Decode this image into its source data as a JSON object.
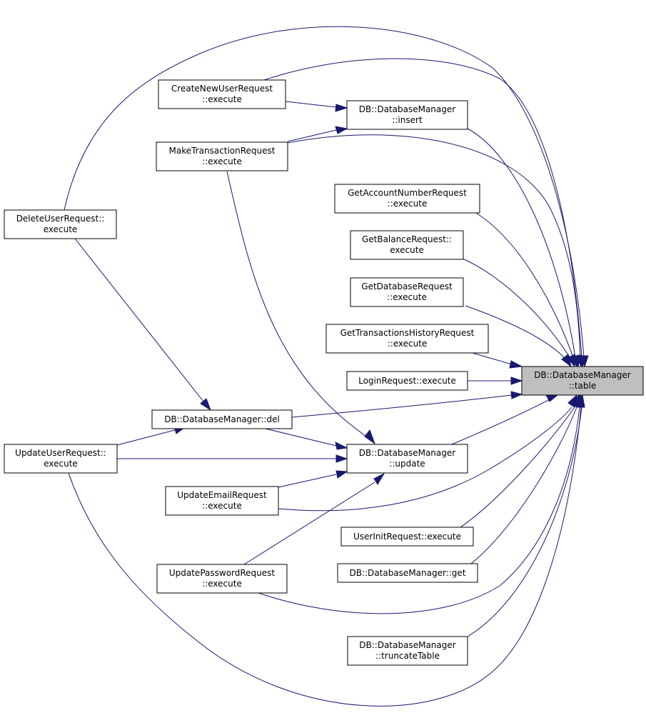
{
  "graph": {
    "nodes": {
      "table": [
        "DB::DatabaseManager",
        "::table"
      ],
      "insert": [
        "DB::DatabaseManager",
        "::insert"
      ],
      "update": [
        "DB::DatabaseManager",
        "::update"
      ],
      "del": [
        "DB::DatabaseManager::del"
      ],
      "createNewUser": [
        "CreateNewUserRequest",
        "::execute"
      ],
      "makeTransaction": [
        "MakeTransactionRequest",
        "::execute"
      ],
      "deleteUser": [
        "DeleteUserRequest::",
        "execute"
      ],
      "getAccountNumber": [
        "GetAccountNumberRequest",
        "::execute"
      ],
      "getBalance": [
        "GetBalanceRequest::",
        "execute"
      ],
      "getDatabase": [
        "GetDatabaseRequest",
        "::execute"
      ],
      "getTransactionsHistory": [
        "GetTransactionsHistoryRequest",
        "::execute"
      ],
      "login": [
        "LoginRequest::execute"
      ],
      "updateUser": [
        "UpdateUserRequest::",
        "execute"
      ],
      "updateEmail": [
        "UpdateEmailRequest",
        "::execute"
      ],
      "userInit": [
        "UserInitRequest::execute"
      ],
      "get": [
        "DB::DatabaseManager::get"
      ],
      "updatePassword": [
        "UpdatePasswordRequest",
        "::execute"
      ],
      "truncateTable": [
        "DB::DatabaseManager",
        "::truncateTable"
      ]
    },
    "focus_node": "table",
    "edges": [
      [
        "createNewUser",
        "table"
      ],
      [
        "createNewUser",
        "insert"
      ],
      [
        "makeTransaction",
        "table"
      ],
      [
        "makeTransaction",
        "insert"
      ],
      [
        "makeTransaction",
        "update"
      ],
      [
        "deleteUser",
        "table"
      ],
      [
        "deleteUser",
        "del"
      ],
      [
        "insert",
        "table"
      ],
      [
        "getAccountNumber",
        "table"
      ],
      [
        "getBalance",
        "table"
      ],
      [
        "getDatabase",
        "table"
      ],
      [
        "getTransactionsHistory",
        "table"
      ],
      [
        "login",
        "table"
      ],
      [
        "del",
        "table"
      ],
      [
        "update",
        "table"
      ],
      [
        "updateUser",
        "table"
      ],
      [
        "updateUser",
        "del"
      ],
      [
        "updateUser",
        "update"
      ],
      [
        "del",
        "update"
      ],
      [
        "updateEmail",
        "table"
      ],
      [
        "updateEmail",
        "update"
      ],
      [
        "userInit",
        "table"
      ],
      [
        "get",
        "table"
      ],
      [
        "updatePassword",
        "table"
      ],
      [
        "updatePassword",
        "update"
      ],
      [
        "truncateTable",
        "table"
      ]
    ],
    "colors": {
      "edge": "#191970",
      "node_border": "#000000",
      "node_fill": "#ffffff",
      "focus_fill": "#bfbfbf"
    }
  }
}
